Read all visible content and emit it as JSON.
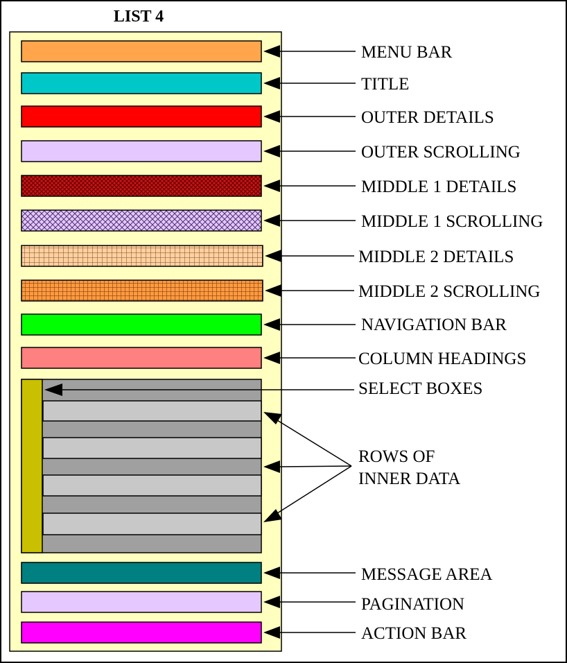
{
  "title": "LIST 4",
  "colors": {
    "panel": "#ffffc0",
    "menu_bar": "#ffa64d",
    "title_bar": "#00c8c8",
    "outer_details": "#ff0000",
    "outer_scrolling": "#e4c8ff",
    "middle1_details": "#c81414",
    "middle1_scrolling": "#e4c8ff",
    "middle2_details": "#ffd0a0",
    "middle2_scrolling": "#ff9a40",
    "navigation_bar": "#00ff00",
    "column_headings": "#ff8080",
    "select_boxes": "#c8c000",
    "row_dark": "#a0a0a0",
    "row_light": "#c8c8c8",
    "message_area": "#008080",
    "pagination": "#e4c8ff",
    "action_bar": "#ff00ff"
  },
  "labels": {
    "menu_bar": "MENU BAR",
    "title_bar": "TITLE",
    "outer_details": "OUTER DETAILS",
    "outer_scrolling": "OUTER SCROLLING",
    "middle1_details": "MIDDLE 1 DETAILS",
    "middle1_scrolling": "MIDDLE 1 SCROLLING",
    "middle2_details": "MIDDLE 2 DETAILS",
    "middle2_scrolling": "MIDDLE 2 SCROLLING",
    "navigation_bar": "NAVIGATION BAR",
    "column_headings": "COLUMN HEADINGS",
    "select_boxes": "SELECT BOXES",
    "rows_line1": "ROWS OF",
    "rows_line2": "INNER DATA",
    "message_area": "MESSAGE AREA",
    "pagination": "PAGINATION",
    "action_bar": "ACTION BAR"
  }
}
